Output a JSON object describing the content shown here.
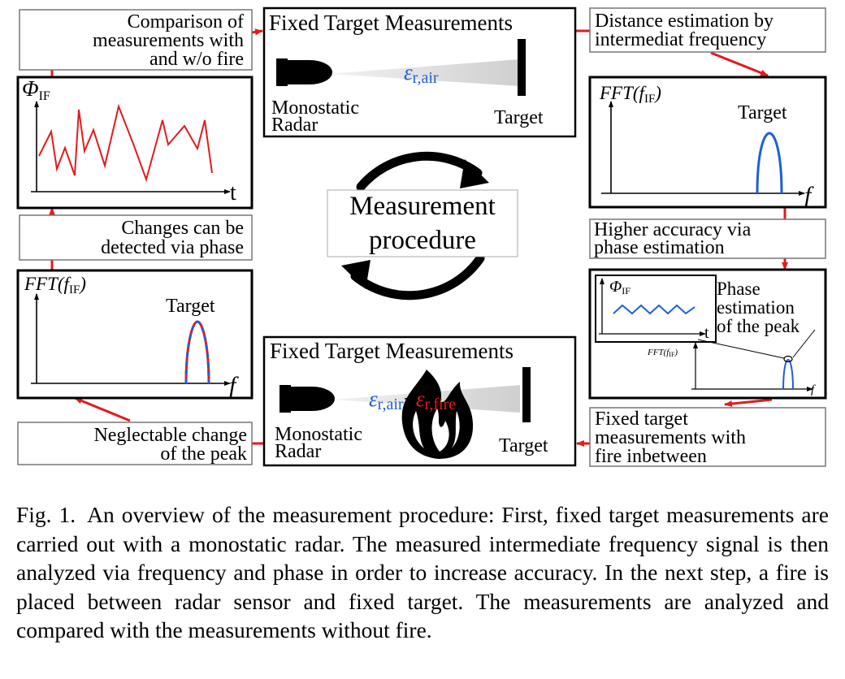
{
  "figure": {
    "center": {
      "line1": "Measurement",
      "line2": "procedure"
    },
    "top_panel": {
      "title": "Fixed Target Measurements",
      "radar_line1": "Monostatic",
      "radar_line2": "Radar",
      "target": "Target",
      "eps_symbol": "ε",
      "eps_sub": "r,air"
    },
    "bottom_panel": {
      "title": "Fixed Target Measurements",
      "radar_line1": "Monostatic",
      "radar_line2": "Radar",
      "target": "Target",
      "eps_symbol": "ε",
      "eps_air_sub": "r,air",
      "plus": "+",
      "eps_fire_sub": "r,fire"
    },
    "label_comparison": [
      "Comparison of",
      "measurements with",
      "and w/o fire"
    ],
    "label_distance": [
      "Distance estimation by",
      "intermediat frequency"
    ],
    "label_higher_accuracy": [
      "Higher accuracy via",
      "phase estimation"
    ],
    "label_fire_between": [
      "Fixed target",
      "measurements with",
      "fire inbetween"
    ],
    "label_neglectable": [
      "Neglectable change",
      "of the peak"
    ],
    "label_changes": [
      "Changes can be",
      "detected via phase"
    ],
    "plot_phase": {
      "ylabel": "Φ",
      "ylabel_sub": "IF",
      "xlabel": "t"
    },
    "plot_fft_top": {
      "ylabel": "FFT(f",
      "ylabel_sub": "IF",
      "ylabel_end": ")",
      "xlabel": "f",
      "peak_label": "Target"
    },
    "plot_phase_est": {
      "inset_ylabel": "Φ",
      "inset_ylabel_sub": "IF",
      "inset_xlabel": "t",
      "small_ylabel": "FFT(f",
      "small_ylabel_sub": "IF",
      "small_ylabel_end": ")",
      "small_xlabel": "f",
      "note": [
        "Phase",
        "estimation",
        "of the peak"
      ]
    },
    "plot_fft_left": {
      "ylabel": "FFT(f",
      "ylabel_sub": "IF",
      "ylabel_end": ")",
      "xlabel": "f",
      "peak_label": "Target"
    },
    "colors": {
      "arrow": "#e41a1c",
      "red_signal": "#e41a1c",
      "blue_signal": "#1f5fd6",
      "eps_blue": "#1f5fd6",
      "eps_red": "#e41a1c"
    }
  },
  "caption": {
    "label": "Fig. 1.",
    "text": "An overview of the measurement procedure: First, fixed target measurements are carried out with a monostatic radar. The measured intermediate frequency signal is then analyzed via frequency and phase in order to increase accuracy. In the next step, a fire is placed between radar sensor and fixed target. The measurements are analyzed and compared with the measurements without fire."
  }
}
